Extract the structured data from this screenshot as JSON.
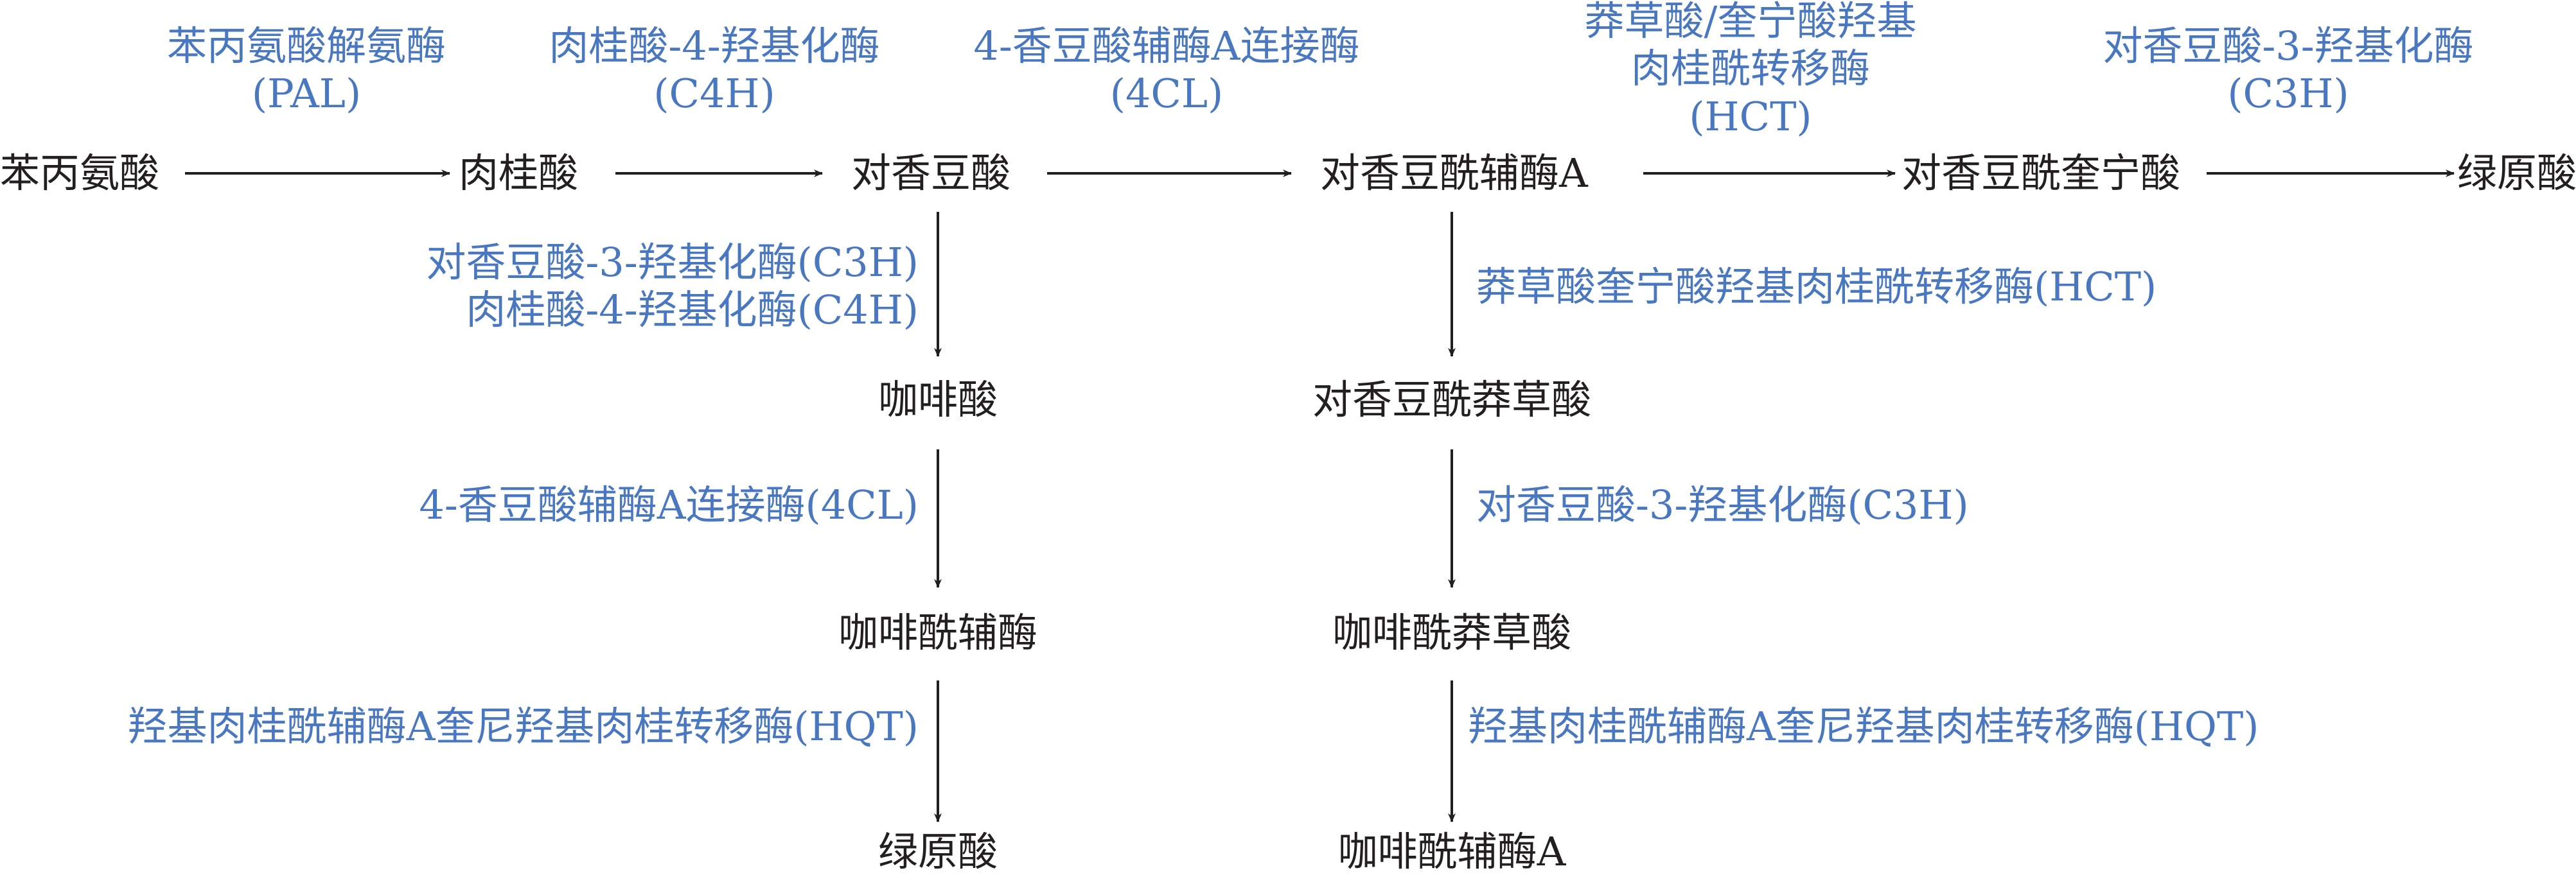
{
  "colors": {
    "compound_text": "#231f20",
    "enzyme_text": "#4a78c0",
    "arrow": "#231f20"
  },
  "compounds": {
    "phenylalanine": "苯丙氨酸",
    "cinnamic_acid": "肉桂酸",
    "p_coumaric_acid": "对香豆酸",
    "p_coumaroyl_coa": "对香豆酰辅酶A",
    "p_coumaroyl_quinic_acid": "对香豆酰奎宁酸",
    "chlorogenic_acid_top": "绿原酸",
    "caffeic_acid": "咖啡酸",
    "caffeoyl_coa_left": "咖啡酰辅酶",
    "chlorogenic_acid_bottom": "绿原酸",
    "p_coumaroyl_shikimic_acid": "对香豆酰莽草酸",
    "caffeoyl_shikimic_acid": "咖啡酰莽草酸",
    "caffeoyl_coa_right": "咖啡酰辅酶A"
  },
  "enzymes": {
    "pal_name": "苯丙氨酸解氨酶",
    "pal_abbr": "(PAL)",
    "c4h_name": "肉桂酸-4-羟基化酶",
    "c4h_abbr": "(C4H)",
    "fourcl_name": "4-香豆酸辅酶A连接酶",
    "fourcl_abbr": "(4CL)",
    "hct_top_line1": "莽草酸/奎宁酸羟基",
    "hct_top_line2": "肉桂酰转移酶",
    "hct_top_abbr": "(HCT)",
    "c3h_top_name": "对香豆酸-3-羟基化酶",
    "c3h_top_abbr": "(C3H)",
    "left_down1_line1": "对香豆酸-3-羟基化酶(C3H)",
    "left_down1_line2": "肉桂酸-4-羟基化酶(C4H)",
    "left_down2": "4-香豆酸辅酶A连接酶(4CL)",
    "left_down3": "羟基肉桂酰辅酶A奎尼羟基肉桂转移酶(HQT)",
    "right_down1": "莽草酸奎宁酸羟基肉桂酰转移酶(HCT)",
    "right_down2": "对香豆酸-3-羟基化酶(C3H)",
    "right_down3": "羟基肉桂酰辅酶A奎尼羟基肉桂转移酶(HQT)"
  }
}
